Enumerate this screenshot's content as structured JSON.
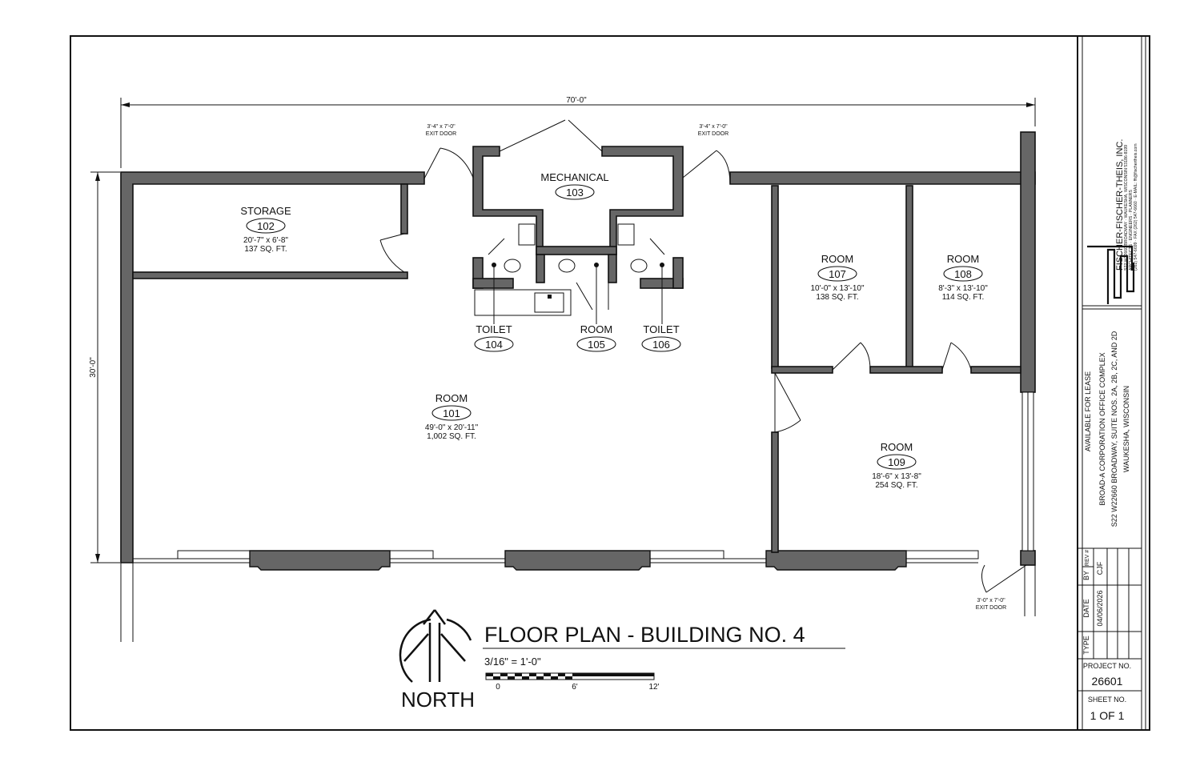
{
  "plan": {
    "overall_width_dim": "70'-0\"",
    "overall_depth_dim": "30'-0\"",
    "door_notes": {
      "left_exit_size": "3'-4\" x 7'-0\"",
      "left_exit_label": "EXIT DOOR",
      "right_exit_size": "3'-4\" x 7'-0\"",
      "right_exit_label": "EXIT DOOR",
      "bottom_exit_size": "3'-0\" x 7'-0\"",
      "bottom_exit_label": "EXIT DOOR"
    },
    "rooms": [
      {
        "name": "STORAGE",
        "number": "102",
        "size": "20'-7\" x 6'-8\"",
        "area": "137 SQ. FT."
      },
      {
        "name": "MECHANICAL",
        "number": "103",
        "size": "",
        "area": ""
      },
      {
        "name": "ROOM",
        "number": "107",
        "size": "10'-0\" x 13'-10\"",
        "area": "138 SQ. FT."
      },
      {
        "name": "ROOM",
        "number": "108",
        "size": "8'-3\" x 13'-10\"",
        "area": "114 SQ. FT."
      },
      {
        "name": "TOILET",
        "number": "104",
        "size": "",
        "area": ""
      },
      {
        "name": "ROOM",
        "number": "105",
        "size": "",
        "area": ""
      },
      {
        "name": "TOILET",
        "number": "106",
        "size": "",
        "area": ""
      },
      {
        "name": "ROOM",
        "number": "101",
        "size": "49'-0\" x 20'-11\"",
        "area": "1,002 SQ. FT."
      },
      {
        "name": "ROOM",
        "number": "109",
        "size": "18'-6\" x 13'-8\"",
        "area": "254 SQ. FT."
      }
    ]
  },
  "legend": {
    "title": "FLOOR PLAN - BUILDING NO. 4",
    "scale": "3/16\" = 1'-0\"",
    "north": "NORTH",
    "scale_ticks": [
      "0",
      "6'",
      "12'"
    ]
  },
  "title_block": {
    "firm_name": "FISCHER-FISCHER-THEIS, INC.",
    "firm_roles": "ARCHITECTS · ENGINEERS · PLANNERS",
    "firm_address": "S22 W22660 BROADWAY · WAUKESHA, WISCONSIN 53186-8199",
    "firm_contact": "(262) 547-6699 · FAX (262) 547-6660 · E-MAIL: fft@fischertheis.com",
    "project_lines": [
      "AVAILABLE FOR LEASE",
      "BROAD-A CORPORATION OFFICE COMPLEX",
      "S22 W22660 BROADWAY, SUITE NOS. 2A, 2B, 2C, AND 2D",
      "WAUKESHA, WISCONSIN"
    ],
    "rev_headers": [
      "TYPE",
      "DATE",
      "BY",
      "REV #"
    ],
    "rev_row": [
      "",
      "04/06/2026",
      "CJF",
      ""
    ],
    "project_no_label": "PROJECT NO.",
    "project_no": "26601",
    "sheet_no_label": "SHEET NO.",
    "sheet_no": "1 OF 1"
  }
}
